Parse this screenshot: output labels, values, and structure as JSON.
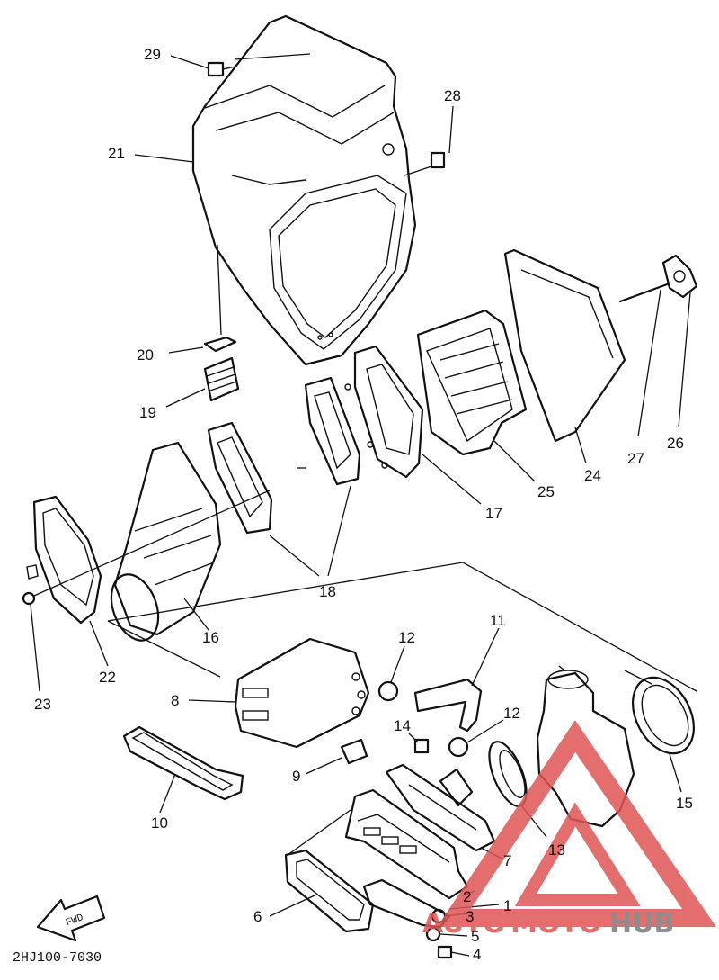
{
  "diagram": {
    "code": "2HJ100-7030",
    "fwd_label": "FWD",
    "watermark": {
      "auto": "AUTO",
      "moto": "MOTO",
      "hub": "HUB",
      "color_red": "#e05555",
      "color_gray": "#7a7a7a"
    },
    "labels": [
      {
        "id": "p1",
        "text": "1"
      },
      {
        "id": "p2",
        "text": "2"
      },
      {
        "id": "p3",
        "text": "3"
      },
      {
        "id": "p4",
        "text": "4"
      },
      {
        "id": "p5",
        "text": "5"
      },
      {
        "id": "p6",
        "text": "6"
      },
      {
        "id": "p7",
        "text": "7"
      },
      {
        "id": "p8",
        "text": "8"
      },
      {
        "id": "p9",
        "text": "9"
      },
      {
        "id": "p10",
        "text": "10"
      },
      {
        "id": "p11",
        "text": "11"
      },
      {
        "id": "p12a",
        "text": "12"
      },
      {
        "id": "p12b",
        "text": "12"
      },
      {
        "id": "p13",
        "text": "13"
      },
      {
        "id": "p14",
        "text": "14"
      },
      {
        "id": "p15",
        "text": "15"
      },
      {
        "id": "p16",
        "text": "16"
      },
      {
        "id": "p17",
        "text": "17"
      },
      {
        "id": "p18",
        "text": "18"
      },
      {
        "id": "p19",
        "text": "19"
      },
      {
        "id": "p20",
        "text": "20"
      },
      {
        "id": "p21",
        "text": "21"
      },
      {
        "id": "p22",
        "text": "22"
      },
      {
        "id": "p23",
        "text": "23"
      },
      {
        "id": "p24",
        "text": "24"
      },
      {
        "id": "p25",
        "text": "25"
      },
      {
        "id": "p26",
        "text": "26"
      },
      {
        "id": "p27",
        "text": "27"
      },
      {
        "id": "p28",
        "text": "28"
      },
      {
        "id": "p29",
        "text": "29"
      }
    ]
  }
}
